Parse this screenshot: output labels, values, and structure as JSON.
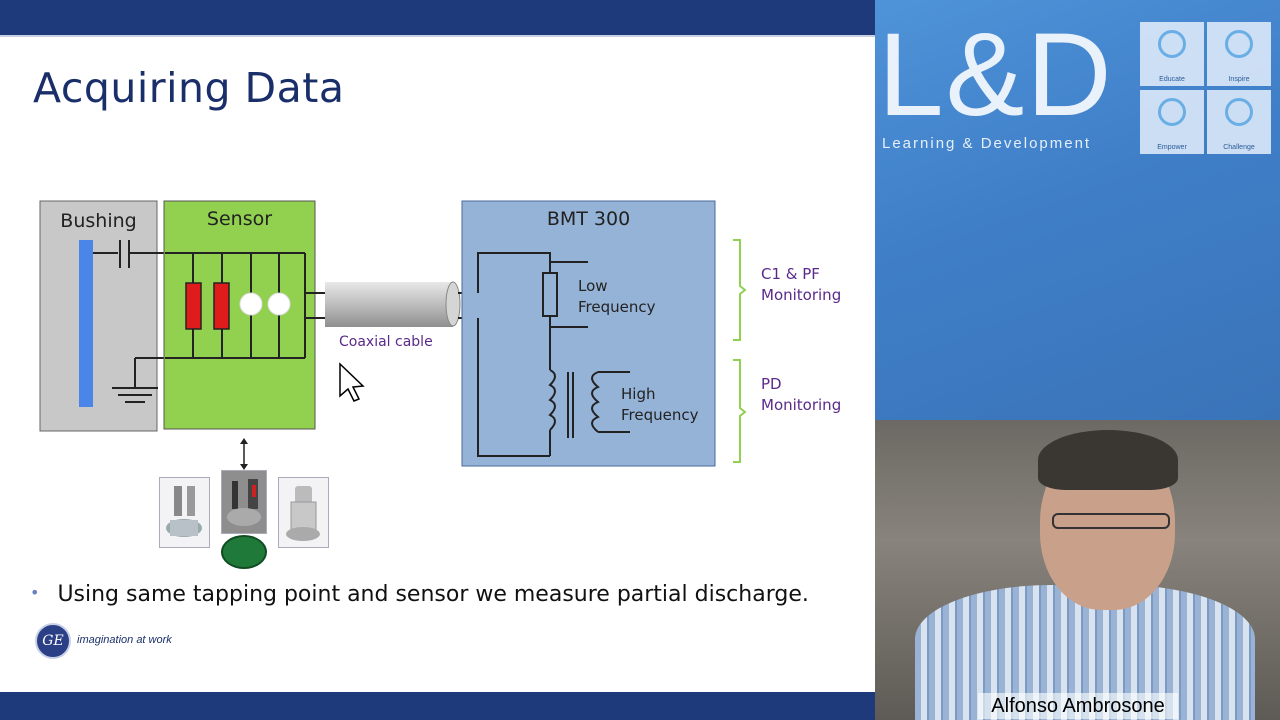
{
  "slide": {
    "title": "Acquiring Data",
    "diagram": {
      "bushing_label": "Bushing",
      "sensor_label": "Sensor",
      "bmt_label": "BMT 300",
      "cable_label": "Coaxial cable",
      "low_freq_line1": "Low",
      "low_freq_line2": "Frequency",
      "high_freq_line1": "High",
      "high_freq_line2": "Frequency",
      "c1_line1": "C1 & PF",
      "c1_line2": "Monitoring",
      "pd_line1": "PD",
      "pd_line2": "Monitoring"
    },
    "bullet": "Using same tapping point and sensor we measure partial discharge.",
    "logo_text": "GE",
    "logo_tagline": "imagination at work"
  },
  "branding": {
    "title": "L&D",
    "subtitle": "Learning & Development",
    "tiles": [
      "Educate",
      "Inspire",
      "Empower",
      "Challenge"
    ]
  },
  "video": {
    "presenter_name": "Alfonso Ambrosone"
  },
  "colors": {
    "bar": "#1f3a7a",
    "sensor_green": "#92d050",
    "bmt_blue": "#95b3d7",
    "bushing_gray": "#c8c8c8",
    "label_purple": "#5a2a8a"
  }
}
